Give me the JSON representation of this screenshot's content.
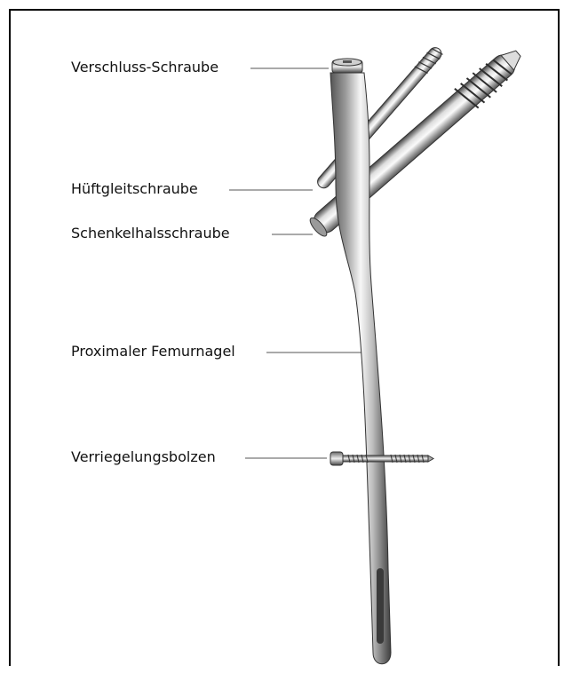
{
  "labels": {
    "verschluss": "Verschluss-Schraube",
    "hueftgleit": "Hüftgleitschraube",
    "schenkelhals": "Schenkelhalsschraube",
    "femurnagel": "Proximaler Femurnagel",
    "verriegelung": "Verriegelungsbolzen"
  },
  "colors": {
    "metal_light": "#f4f4f4",
    "metal_mid": "#b9b9b9",
    "metal_dark": "#4a4a4a",
    "leader_line": "#555555"
  }
}
